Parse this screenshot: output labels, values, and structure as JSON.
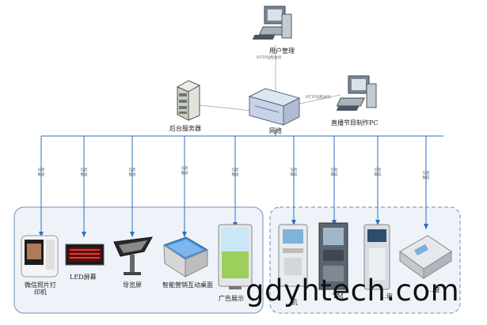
{
  "nodes": {
    "user_mgmt": {
      "title": "用户管理",
      "sub": "HTTP远程访问"
    },
    "server": {
      "title": "后台服务器"
    },
    "network": {
      "title": "网络"
    },
    "pc": {
      "title": "直播节目制作PC",
      "sub": "HTTP远程访问"
    }
  },
  "branch_labels": [
    [
      "信息",
      "推送"
    ],
    [
      "信息",
      "推送"
    ],
    [
      "信息",
      "推送"
    ],
    [
      "信息",
      "推送"
    ],
    [
      "信息",
      "推送"
    ],
    [
      "信息",
      "集成"
    ],
    [
      "信息",
      "集成"
    ],
    [
      "信息",
      "集成"
    ],
    [
      "信息",
      "集成"
    ]
  ],
  "left_devices": [
    {
      "label": "微信照片打印机"
    },
    {
      "label": "LED屏幕"
    },
    {
      "label": "导览屏"
    },
    {
      "label": "智能营销互动桌面"
    },
    {
      "label": "广告展示"
    }
  ],
  "right_devices": [
    {
      "label": "...机"
    },
    {
      "label": "TM"
    },
    {
      "label": "...询"
    },
    {
      "label": "...查"
    }
  ],
  "watermark": "gdyhtech.com",
  "colors": {
    "line": "#2e6fbf",
    "group_border": "#6e8fb5",
    "group_fill": "#eef3f9"
  }
}
